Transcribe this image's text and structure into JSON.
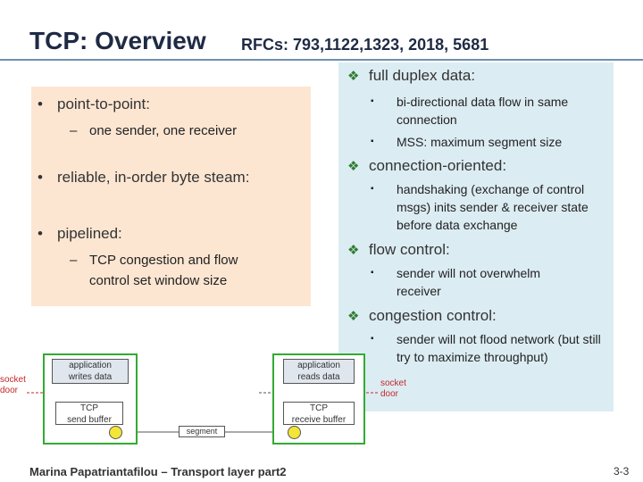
{
  "slide": {
    "title": "TCP: Overview",
    "subtitle": "RFCs: 793,1122,1323, 2018, 5681",
    "footer": "Marina Papatriantafilou –  Transport layer part2",
    "page_number": "3-3"
  },
  "left_box": {
    "bullets": [
      {
        "label": "point-to-point:",
        "subs": [
          "one sender, one receiver"
        ]
      },
      {
        "label": "reliable, in-order byte steam:",
        "subs": []
      },
      {
        "label": "pipelined:",
        "subs": [
          "TCP congestion and flow control set window size"
        ]
      }
    ],
    "bullet_glyph": "•",
    "dash_glyph": "–"
  },
  "right_box": {
    "diamond_glyph": "❖",
    "square_glyph": "▪",
    "sections": [
      {
        "heading": "full duplex data:",
        "items": [
          "bi-directional data flow in same connection",
          "MSS: maximum segment size"
        ]
      },
      {
        "heading": "connection-oriented:",
        "items": [
          "handshaking (exchange of control msgs) inits sender & receiver state before data exchange"
        ]
      },
      {
        "heading": "flow control:",
        "items": [
          "sender will not overwhelm receiver"
        ]
      },
      {
        "heading": "congestion control:",
        "items": [
          "sender will not flood network (but still try to maximize throughput)"
        ]
      }
    ]
  },
  "diagram": {
    "left_socket_label_1": "socket",
    "left_socket_label_2": "door",
    "right_socket_label_1": "socket",
    "right_socket_label_2": "door",
    "sender_app_1": "application",
    "sender_app_2": "writes data",
    "receiver_app_1": "application",
    "receiver_app_2": "reads data",
    "send_buffer_1": "TCP",
    "send_buffer_2": "send buffer",
    "receive_buffer_1": "TCP",
    "receive_buffer_2": "receive buffer",
    "segment_label": "segment",
    "colors": {
      "green": "#33aa33",
      "socket_red": "#c62828",
      "circle_yellow": "#f4e637"
    }
  }
}
